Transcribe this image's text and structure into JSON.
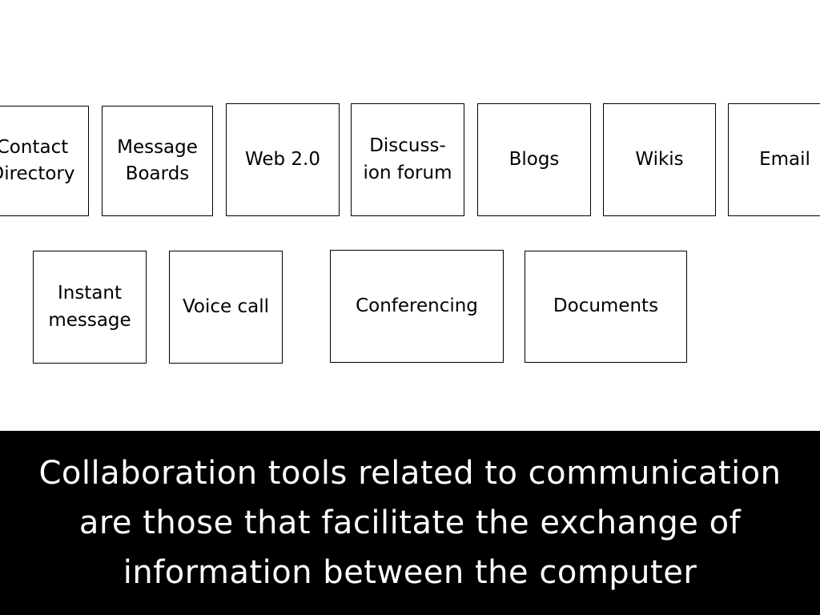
{
  "diagram": {
    "row1": [
      {
        "lines": [
          "Contact",
          "Directory"
        ]
      },
      {
        "lines": [
          "Message",
          "Boards"
        ]
      },
      {
        "lines": [
          "Web 2.0"
        ]
      },
      {
        "lines": [
          "Discuss-",
          "ion forum"
        ]
      },
      {
        "lines": [
          "Blogs"
        ]
      },
      {
        "lines": [
          "Wikis"
        ]
      },
      {
        "lines": [
          "Email"
        ]
      }
    ],
    "row2": [
      {
        "lines": [
          "Instant",
          "message"
        ]
      },
      {
        "lines": [
          "Voice call"
        ]
      },
      {
        "lines": [
          "Conferencing"
        ]
      },
      {
        "lines": [
          "Documents"
        ]
      }
    ]
  },
  "caption": {
    "lines": [
      "Collaboration tools related to communication",
      "are those that facilitate the exchange of",
      "information between the computer"
    ],
    "background": "#000000",
    "text_color": "#ffffff"
  }
}
